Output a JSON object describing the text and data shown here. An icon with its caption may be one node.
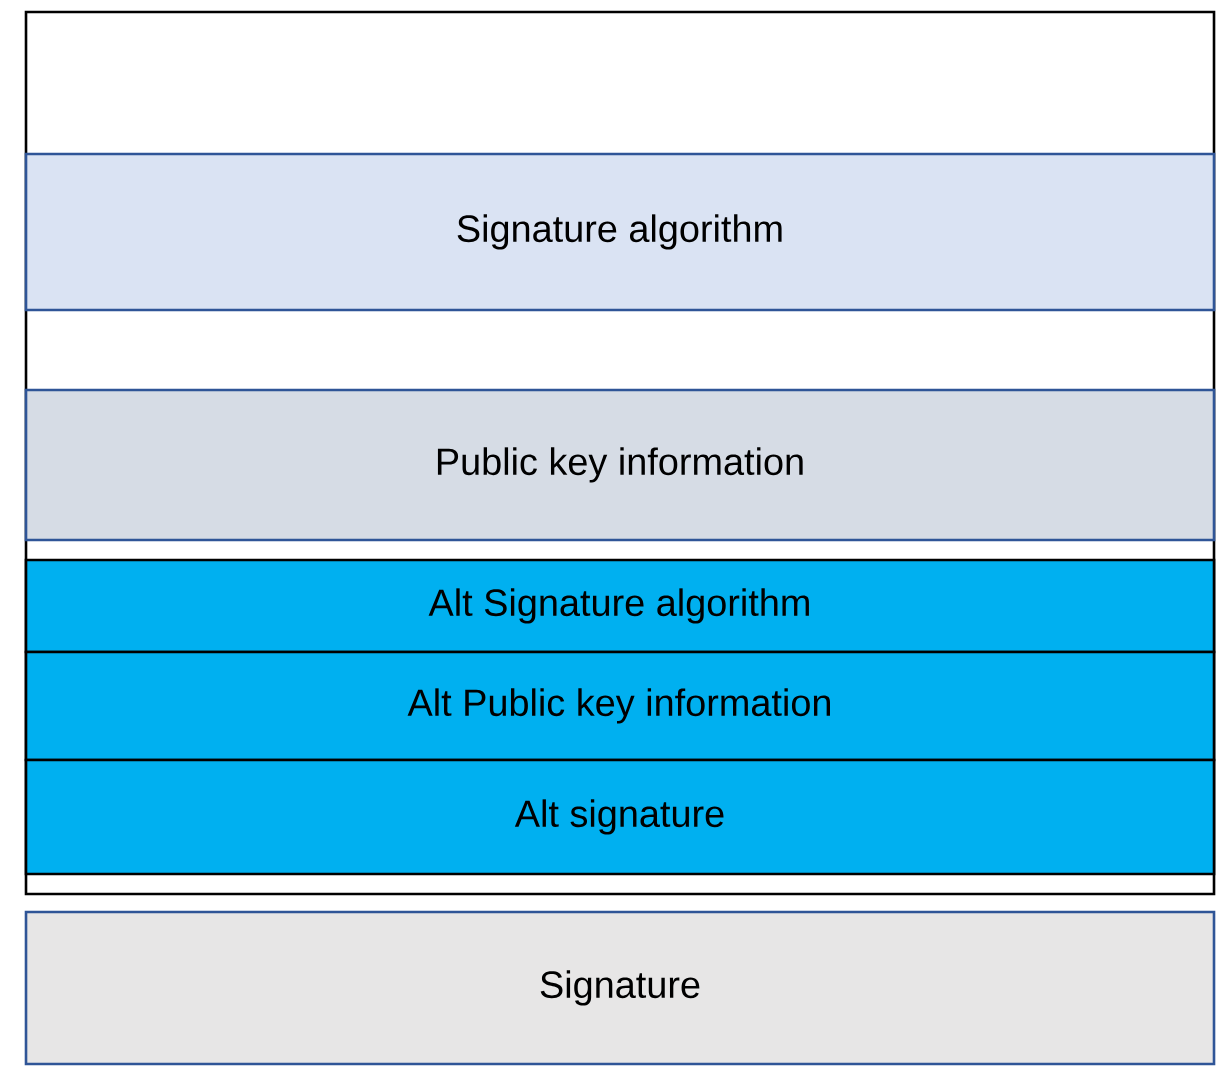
{
  "diagram": {
    "nodes": [
      {
        "text": [],
        "shape": "box"
      },
      {
        "text": [
          "Signature algorithm"
        ],
        "in": 0
      },
      {
        "text": [
          "Public key information"
        ],
        "in": 0
      },
      {
        "text": [
          "Alt Signature algorithm"
        ],
        "in": 0
      },
      {
        "text": [
          "Alt Public key information"
        ],
        "in": 0
      },
      {
        "text": [
          "Alt signature"
        ],
        "in": 0
      },
      {
        "text": [
          "Signature"
        ]
      }
    ]
  }
}
